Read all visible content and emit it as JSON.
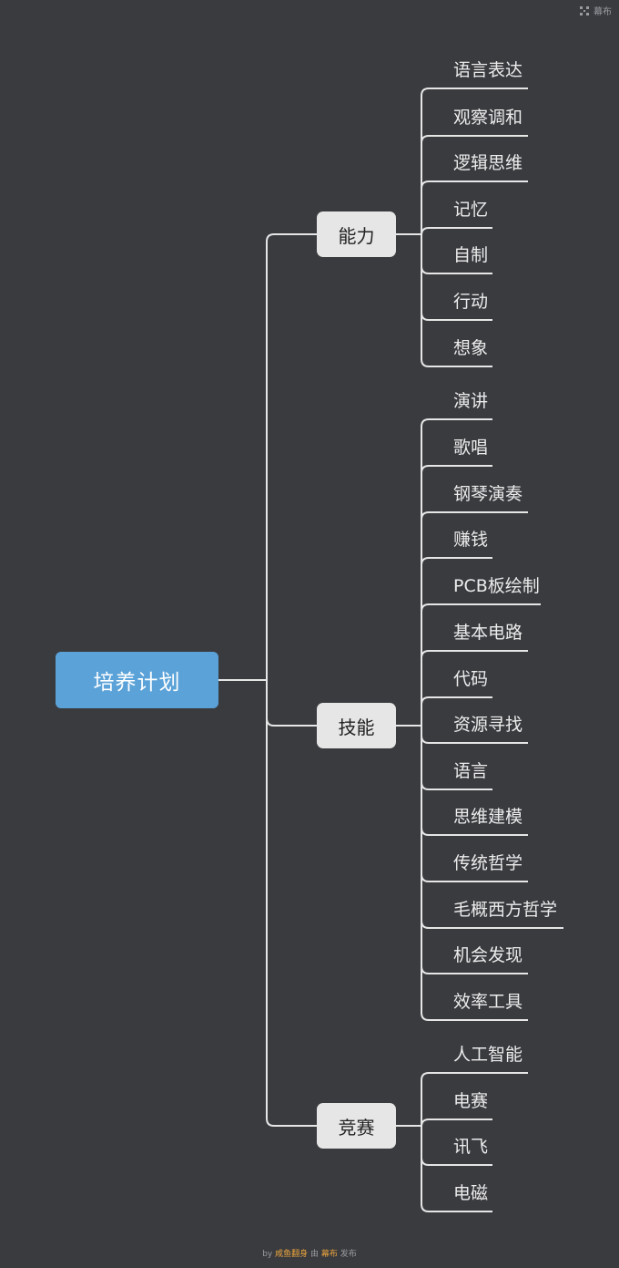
{
  "brand": {
    "label": "幕布",
    "icon": "mubu-logo-icon"
  },
  "root": {
    "label": "培养计划"
  },
  "branches": [
    {
      "label": "能力",
      "items": [
        "语言表达",
        "观察调和",
        "逻辑思维",
        "记忆",
        "自制",
        "行动",
        "想象"
      ]
    },
    {
      "label": "技能",
      "items": [
        "演讲",
        "歌唱",
        "钢琴演奏",
        "赚钱",
        "PCB板绘制",
        "基本电路",
        "代码",
        "资源寻找",
        "语言",
        "思维建模",
        "传统哲学",
        "毛概西方哲学",
        "机会发现",
        "效率工具"
      ]
    },
    {
      "label": "竞赛",
      "items": [
        "人工智能",
        "电赛",
        "讯飞",
        "电磁"
      ]
    }
  ],
  "footer": {
    "by": "by",
    "author": "咸鱼翻身",
    "via": "由",
    "brand": "幕布",
    "publish": "发布"
  },
  "colors": {
    "background": "#3a3b3f",
    "line": "#e6e6e6",
    "root": "#5aa2d8",
    "branch": "#e6e6e6",
    "accent": "#e8a33d"
  }
}
